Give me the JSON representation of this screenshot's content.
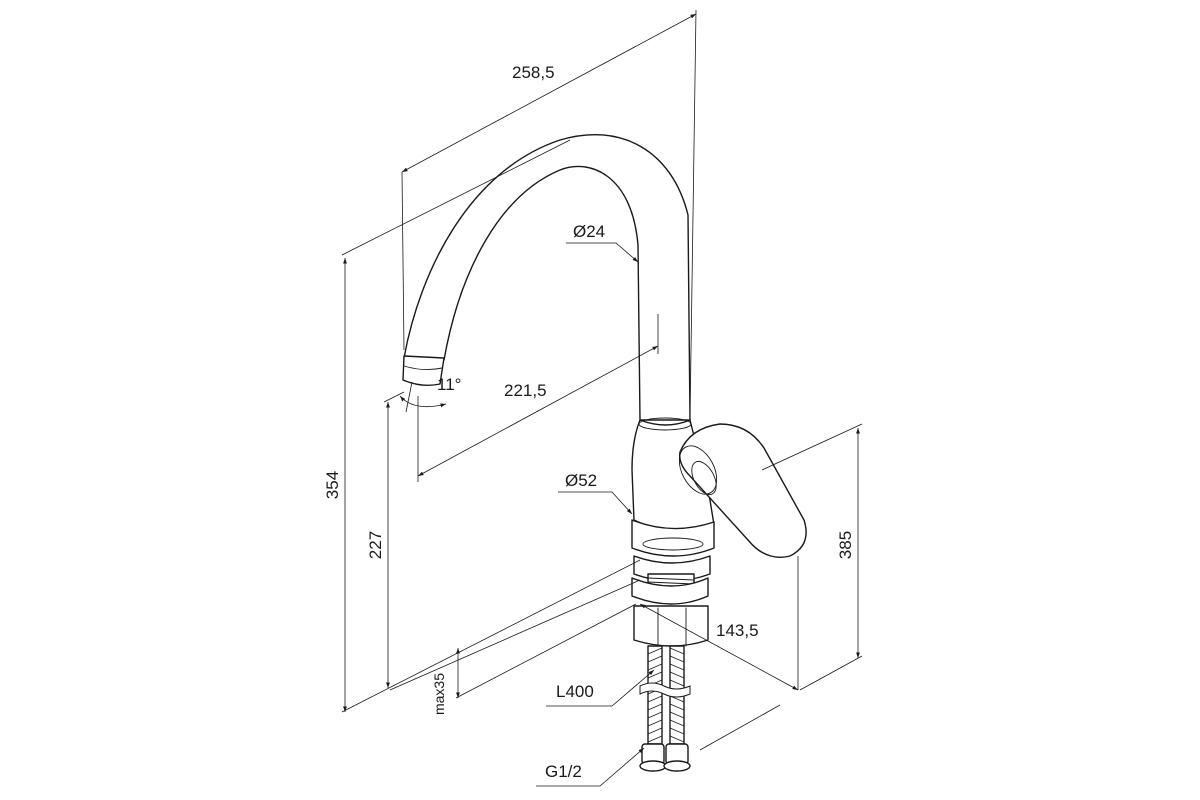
{
  "dimensions": {
    "reach": "258,5",
    "spout_diameter": "Ø24",
    "spout_offset": "221,5",
    "spout_angle": "11°",
    "body_diameter": "Ø52",
    "total_height": "354",
    "spout_height": "227",
    "lever_height": "385",
    "base_depth": "143,5",
    "mount_thickness": "max35",
    "hose_length": "L400",
    "thread": "G1/2"
  }
}
